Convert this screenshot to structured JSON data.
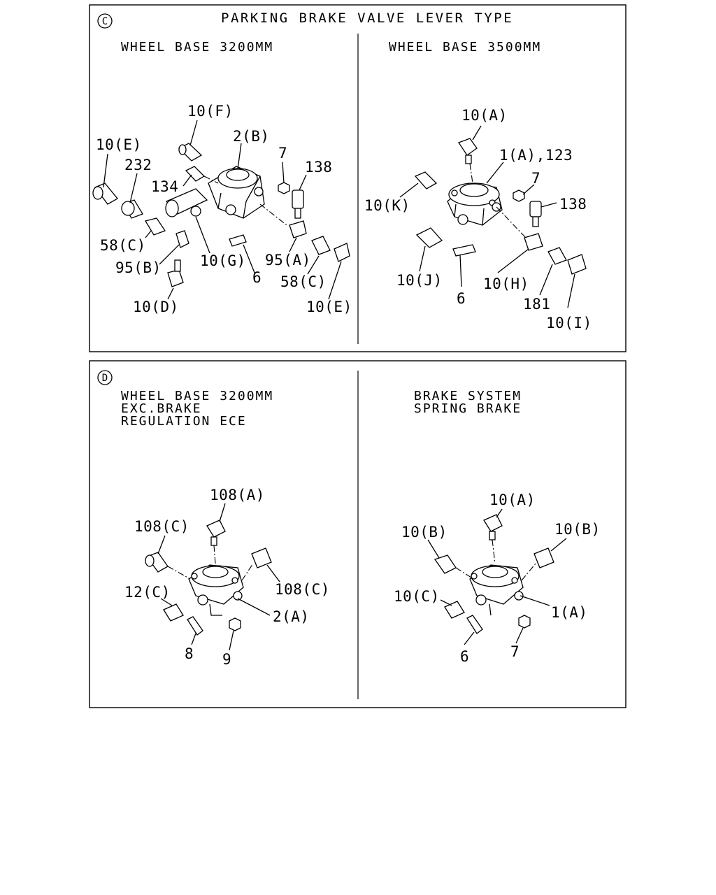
{
  "panel_c": {
    "badge": "C",
    "title": "PARKING BRAKE VALVE LEVER TYPE",
    "left": {
      "heading": "WHEEL BASE 3200MM",
      "labels": [
        "10(F)",
        "2(B)",
        "10(E)",
        "232",
        "7",
        "138",
        "134",
        "58(C)",
        "95(B)",
        "10(G)",
        "95(A)",
        "6",
        "58(C)",
        "10(D)",
        "10(E)"
      ]
    },
    "right": {
      "heading": "WHEEL BASE 3500MM",
      "labels": [
        "10(A)",
        "1(A),123",
        "7",
        "138",
        "10(K)",
        "10(J)",
        "10(H)",
        "6",
        "181",
        "10(I)"
      ]
    }
  },
  "panel_d": {
    "badge": "D",
    "left": {
      "heading_lines": [
        "WHEEL BASE 3200MM",
        "EXC.BRAKE",
        "REGULATION ECE"
      ],
      "labels": [
        "108(A)",
        "108(C)",
        "108(C)",
        "12(C)",
        "2(A)",
        "8",
        "9"
      ]
    },
    "right": {
      "heading_lines": [
        "BRAKE SYSTEM",
        "SPRING BRAKE"
      ],
      "labels": [
        "10(A)",
        "10(B)",
        "10(B)",
        "10(C)",
        "1(A)",
        "6",
        "7"
      ]
    }
  }
}
